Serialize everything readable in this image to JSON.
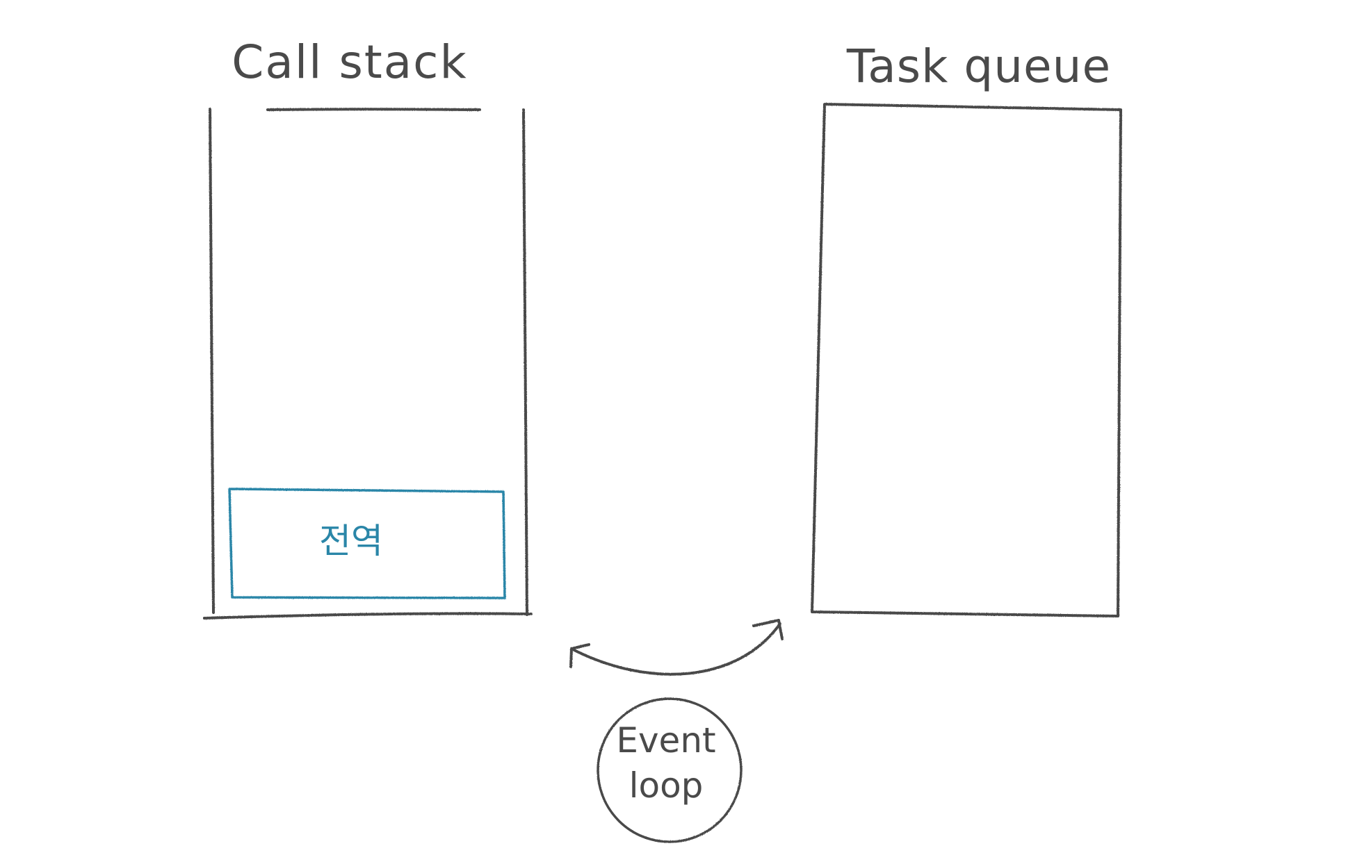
{
  "call_stack": {
    "title": "Call stack",
    "frames": [
      {
        "label": "전역"
      }
    ]
  },
  "task_queue": {
    "title": "Task queue",
    "items": []
  },
  "event_loop": {
    "line1": "Event",
    "line2": "loop"
  },
  "colors": {
    "ink": "#4a4a4a",
    "frame_accent": "#2a86a8"
  }
}
